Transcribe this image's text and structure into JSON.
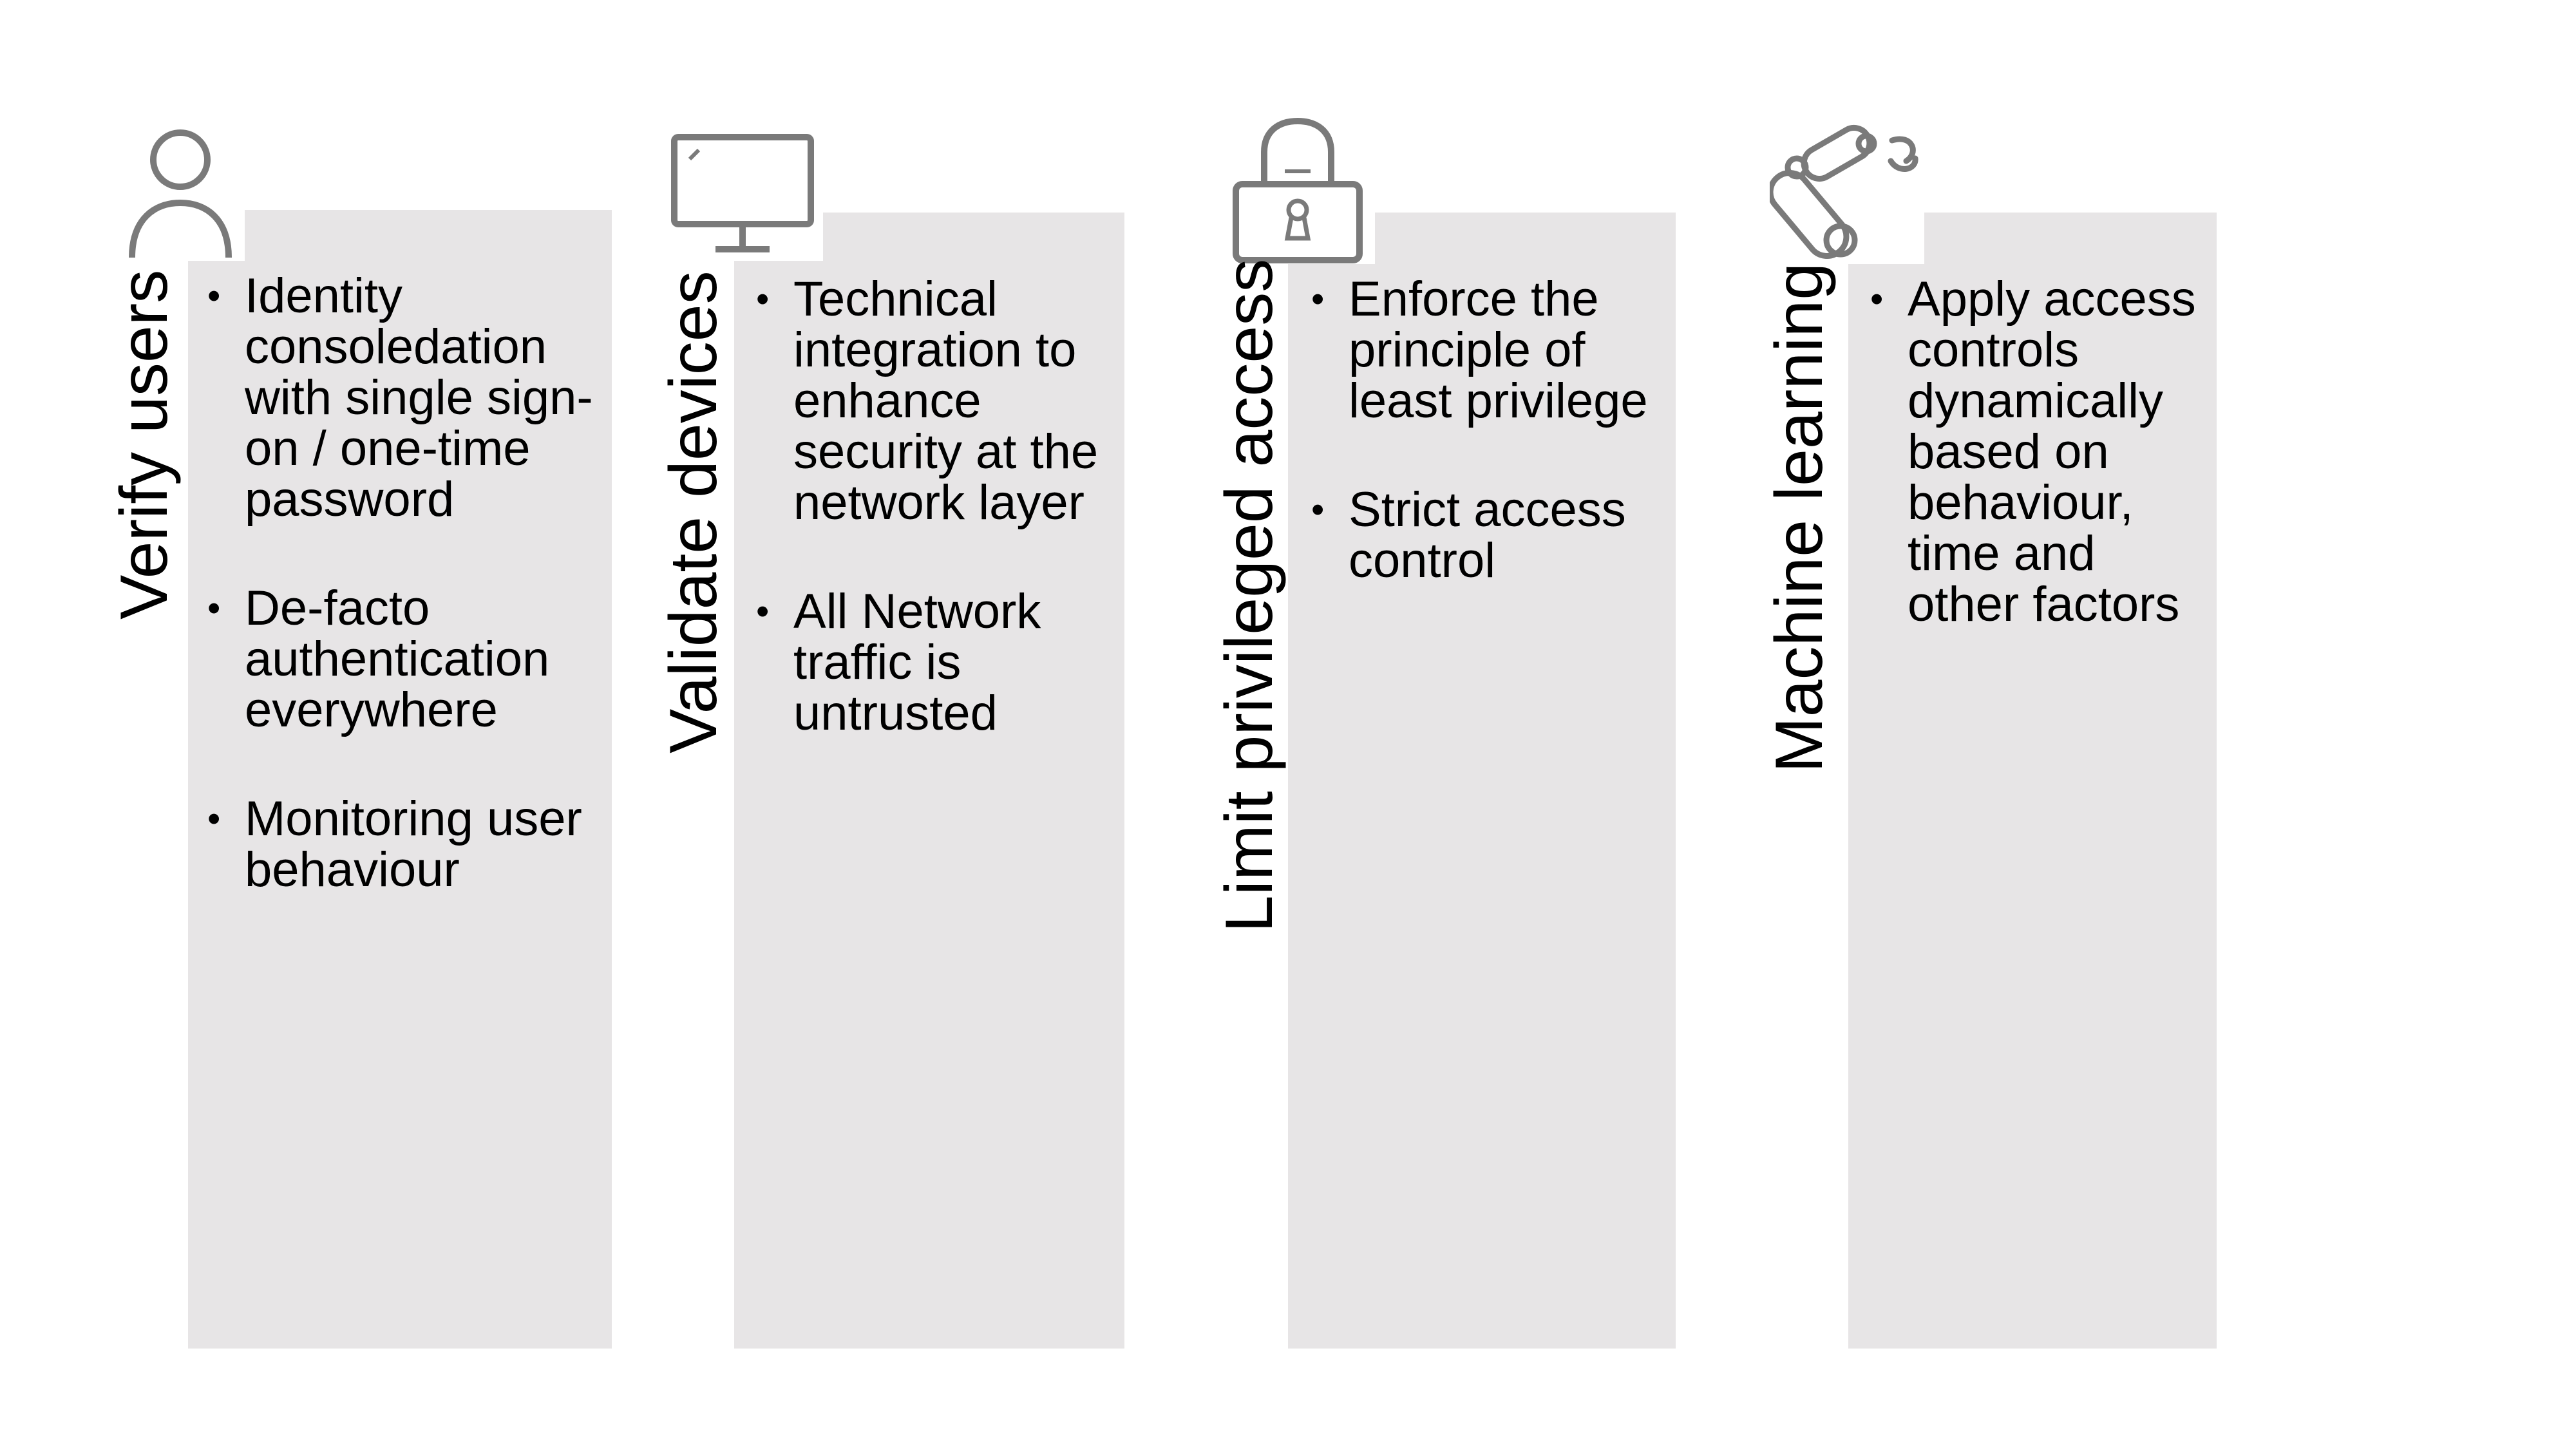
{
  "accent_color": "#e7e5e6",
  "icon_color": "#7a7a7a",
  "pillars": [
    {
      "title": "Verify users",
      "icon": "user-icon",
      "bullets": [
        "Identity consoledation with single sign-on / one-time password",
        "De-facto authentication everywhere",
        "Monitoring user behaviour"
      ]
    },
    {
      "title": "Validate devices",
      "icon": "monitor-icon",
      "bullets": [
        "Technical integration to enhance security at the network layer",
        "All Network traffic is untrusted"
      ]
    },
    {
      "title": "Limit privileged access",
      "icon": "padlock-icon",
      "bullets": [
        "Enforce the principle of least privilege",
        "Strict access control"
      ]
    },
    {
      "title": "Machine learning",
      "icon": "robotic-arm-icon",
      "bullets": [
        "Apply access controls dynamically based on behaviour, time and other factors"
      ]
    }
  ]
}
